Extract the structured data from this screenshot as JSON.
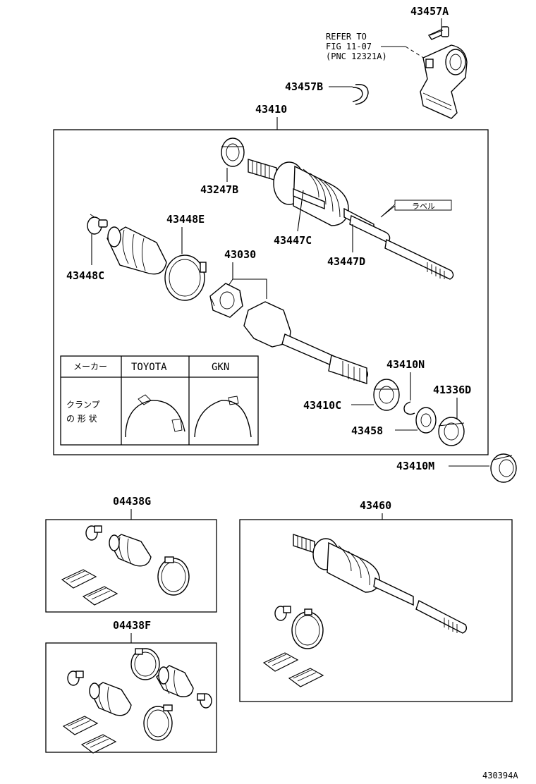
{
  "labels": {
    "p43457A": "43457A",
    "p43457B": "43457B",
    "p43410": "43410",
    "p43247B": "43247B",
    "p43448E": "43448E",
    "p43448C": "43448C",
    "p43447C": "43447C",
    "p43447D": "43447D",
    "p43030": "43030",
    "p43410N": "43410N",
    "p41336D": "41336D",
    "p43410C": "43410C",
    "p43458": "43458",
    "p43410M": "43410M",
    "p04438G": "04438G",
    "p43460": "43460",
    "p04438F": "04438F"
  },
  "refer": {
    "line1": "REFER TO",
    "line2": "FIG 11-07",
    "line3": "(PNC 12321A)"
  },
  "label_tag": "ラベル",
  "clamp_table": {
    "header_maker": "メーカー",
    "header_toyota": "TOYOTA",
    "header_gkn": "GKN",
    "row_label_line1": "クランプ",
    "row_label_line2": "の 形 状"
  },
  "figure_id": "430394A"
}
